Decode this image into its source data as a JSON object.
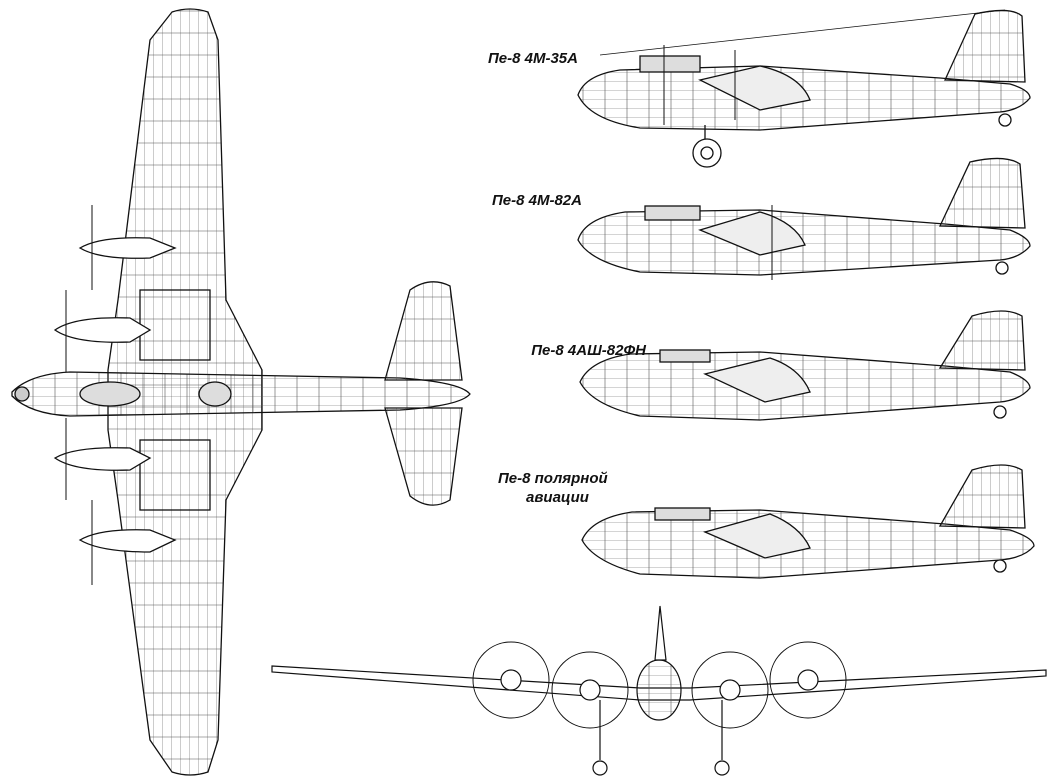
{
  "colors": {
    "ink": "#111111",
    "paper": "#ffffff"
  },
  "labels": {
    "v1": "Пе-8 4М-35А",
    "v2": "Пе-8 4М-82А",
    "v3": "Пе-8 4АШ-82ФН",
    "v4_line1": "Пе-8 полярной",
    "v4_line2": "авиации"
  }
}
